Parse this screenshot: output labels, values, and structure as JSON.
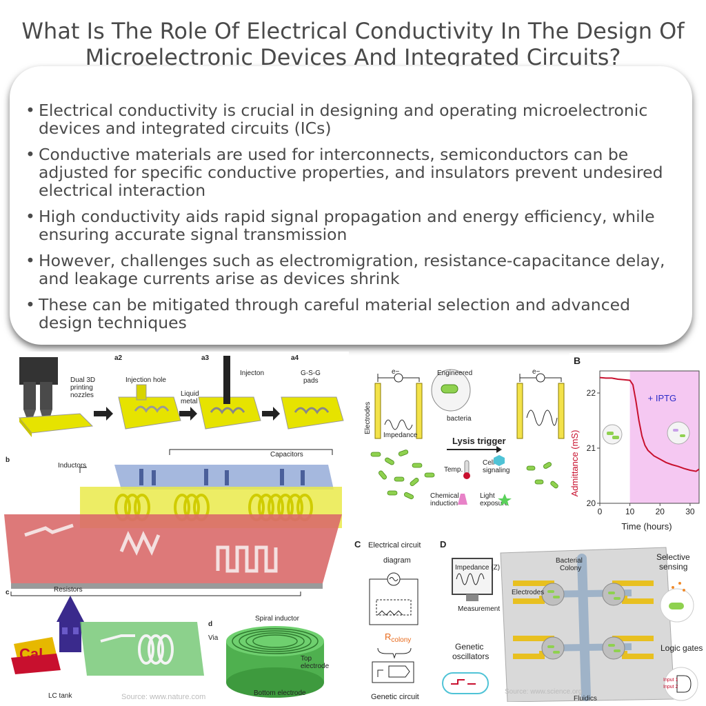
{
  "title": "What Is The Role Of Electrical Conductivity In The Design Of Microelectronic Devices And Integrated Circuits?",
  "bullets": [
    "Electrical conductivity is crucial in designing and operating microelectronic devices and integrated circuits (ICs)",
    "Conductive materials are used for interconnects, semiconductors can be adjusted for specific conductive properties, and insulators prevent undesired electrical interaction",
    "High conductivity aids rapid signal propagation and energy efficiency, while ensuring accurate signal transmission",
    "However, challenges such as electromigration, resistance-capacitance delay, and leakage currents arise as devices shrink",
    "These can be mitigated through careful material selection and advanced design techniques"
  ],
  "fig_left": {
    "a2": "a2",
    "a3": "a3",
    "a4": "a4",
    "b": "b",
    "c": "c",
    "d": "d",
    "nozzles": [
      "Dual 3D",
      "printing",
      "nozzles"
    ],
    "injection_hole": "Injection hole",
    "injecton": "Injecton",
    "liquid_metal": [
      "Liquid",
      "metal"
    ],
    "gsg_pads": [
      "G-S-G",
      "pads"
    ],
    "inductors": "Inductors",
    "capacitors": "Capacitors",
    "resistors": "Resistors",
    "lc_tank": "LC tank",
    "via": "Via",
    "spiral_inductor": "Spiral inductor",
    "top_electrode": [
      "Top",
      "electrode"
    ],
    "bottom_electrode": "Bottom electrode",
    "source": "Source: www.nature.com",
    "logo_text": "Cal"
  },
  "fig_right_top": {
    "e1": "e−",
    "e2": "e−",
    "electrodes": "Electrodes",
    "impedance": "Impedance",
    "engineered_bacteria": [
      "Engineered",
      "bacteria"
    ],
    "lysis_trigger": "Lysis trigger",
    "temp": "Temp.",
    "cell_signaling": [
      "Cell",
      "signaling"
    ],
    "chemical_induction": [
      "Chemical",
      "induction"
    ],
    "light_exposure": [
      "Light",
      "exposure"
    ]
  },
  "fig_B": {
    "label": "B",
    "iptg": "+ IPTG",
    "ylabel": "Admittance (mS)",
    "xlabel": "Time (hours)"
  },
  "chart_data": {
    "type": "line",
    "xlabel": "Time (hours)",
    "ylabel": "Admittance (mS)",
    "xlim": [
      0,
      33
    ],
    "ylim": [
      20,
      22.4
    ],
    "x_ticks": [
      "0",
      "10",
      "20",
      "30"
    ],
    "y_ticks": [
      "20",
      "21",
      "22"
    ],
    "annotation": "+ IPTG",
    "annotation_span": [
      10,
      33
    ],
    "x": [
      0,
      2,
      4,
      6,
      8,
      10,
      11,
      12,
      13,
      14,
      15,
      16,
      18,
      20,
      22,
      24,
      26,
      28,
      30,
      32,
      33
    ],
    "y": [
      22.28,
      22.27,
      22.27,
      22.25,
      22.24,
      22.23,
      22.15,
      21.85,
      21.5,
      21.22,
      21.05,
      20.96,
      20.86,
      20.8,
      20.74,
      20.7,
      20.67,
      20.63,
      20.6,
      20.58,
      20.62
    ]
  },
  "fig_C": {
    "label": "C",
    "title": [
      "Electrical circuit",
      "diagram"
    ],
    "r_main": "R",
    "r_sub": "colony",
    "genetic": "Genetic circuit"
  },
  "fig_D": {
    "label": "D",
    "impedance_z": "Impedance (Z)",
    "measurement": "Measurement",
    "electrodes": "Electrodes",
    "bacterial_colony": [
      "Bacterial",
      "Colony"
    ],
    "selective_sensing": [
      "Selective",
      "sensing"
    ],
    "genetic_oscillators": [
      "Genetic",
      "oscillators"
    ],
    "logic_gates": "Logic gates",
    "fluidics": "Fluidics",
    "input1": "Input 1",
    "input2": "Input 2",
    "source": "Source: www.science.org"
  },
  "colors": {
    "yellow": "#e6e300",
    "blue": "#8fa6d6",
    "red": "#d96a6a",
    "green": "#66c266",
    "purple": "#3a2a8c",
    "pink": "#f5c8f2",
    "curve": "#c8102e"
  }
}
